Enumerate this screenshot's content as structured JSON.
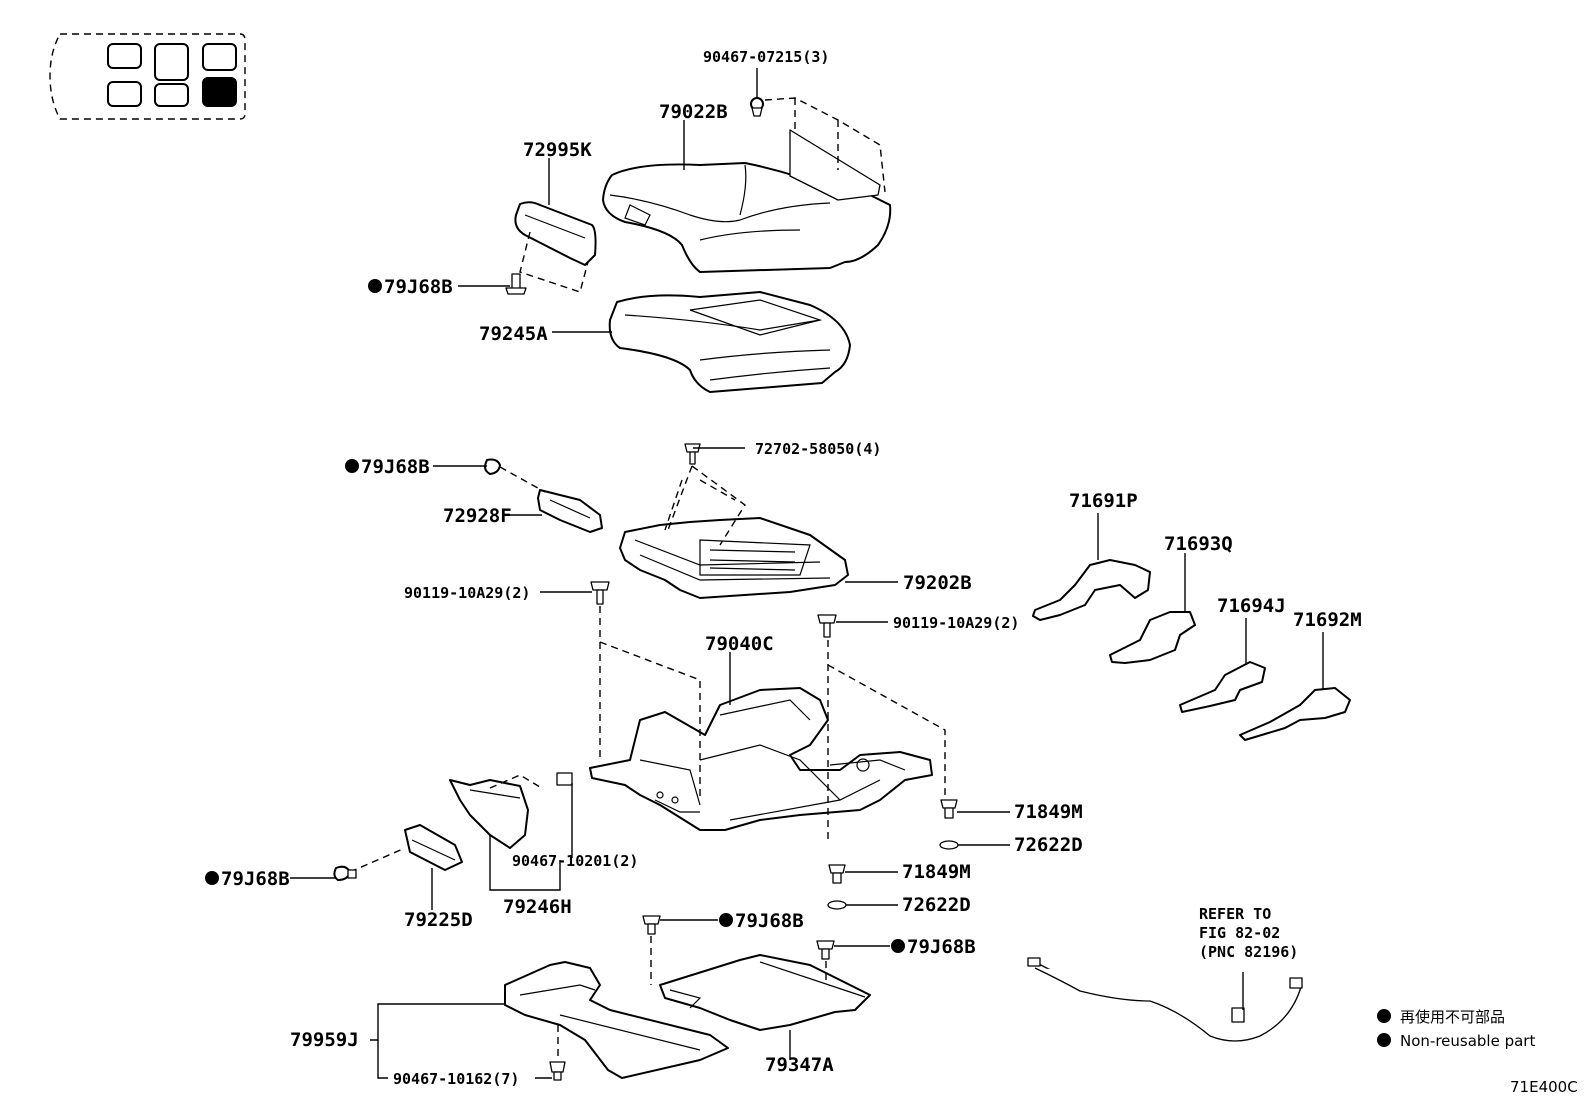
{
  "labels": {
    "p90467_07215": "90467-07215(3)",
    "p79022B": "79022B",
    "p72995K": "72995K",
    "p79J68B_1": "79J68B",
    "p79245A": "79245A",
    "p72702_58050": "72702-58050(4)",
    "p79J68B_2": "79J68B",
    "p72928F": "72928F",
    "p79202B": "79202B",
    "p90119_10A29_a": "90119-10A29(2)",
    "p90119_10A29_b": "90119-10A29(2)",
    "p79040C": "79040C",
    "p71691P": "71691P",
    "p71693Q": "71693Q",
    "p71694J": "71694J",
    "p71692M": "71692M",
    "p71849M_a": "71849M",
    "p72622D_a": "72622D",
    "p71849M_b": "71849M",
    "p72622D_b": "72622D",
    "p90467_10201": "90467-10201(2)",
    "p79J68B_3": "79J68B",
    "p79225D": "79225D",
    "p79246H": "79246H",
    "p79J68B_4": "79J68B",
    "p79J68B_5": "79J68B",
    "p79959J": "79959J",
    "p79347A": "79347A",
    "p90467_10162": "90467-10162(7)"
  },
  "refer": {
    "line1": "REFER TO",
    "line2": "FIG 82-02",
    "line3": "(PNC 82196)"
  },
  "legend": {
    "jp": "再使用不可部品",
    "en": "Non-reusable part"
  },
  "figure_code": "71E400C",
  "seat_map": {
    "highlighted_cell": "row 2, column 3"
  }
}
